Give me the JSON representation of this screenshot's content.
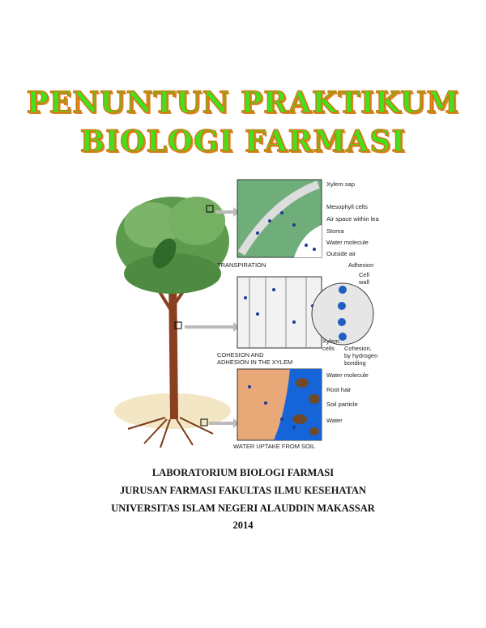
{
  "title": {
    "line1": "PENUNTUN PRAKTIKUM",
    "line2": "BIOLOGI FARMASI"
  },
  "figure": {
    "panel_top": {
      "caption": "TRANSPIRATION",
      "labels": [
        "Xylem sap",
        "Mesophyll cells",
        "Air space within leaf",
        "Stoma",
        "Water molecule",
        "Outside air"
      ]
    },
    "panel_middle": {
      "caption_line1": "COHESION AND",
      "caption_line2": "ADHESION IN THE XYLEM",
      "xylem_line1": "Xylem",
      "xylem_line2": "cells",
      "adhesion": "Adhesion",
      "cell_wall_line1": "Cell",
      "cell_wall_line2": "wall",
      "cohesion_line1": "Cohesion,",
      "cohesion_line2": "by hydrogen",
      "cohesion_line3": "bonding"
    },
    "panel_bottom": {
      "caption": "WATER UPTAKE FROM SOIL",
      "labels": [
        "Water molecule",
        "Root hair",
        "Soil particle",
        "Water"
      ]
    }
  },
  "footer": {
    "line1": "LABORATORIUM BIOLOGI FARMASI",
    "line2": "JURUSAN FARMASI FAKULTAS ILMU KESEHATAN",
    "line3": "UNIVERSITAS ISLAM NEGERI ALAUDDIN MAKASSAR",
    "line4": "2014"
  }
}
